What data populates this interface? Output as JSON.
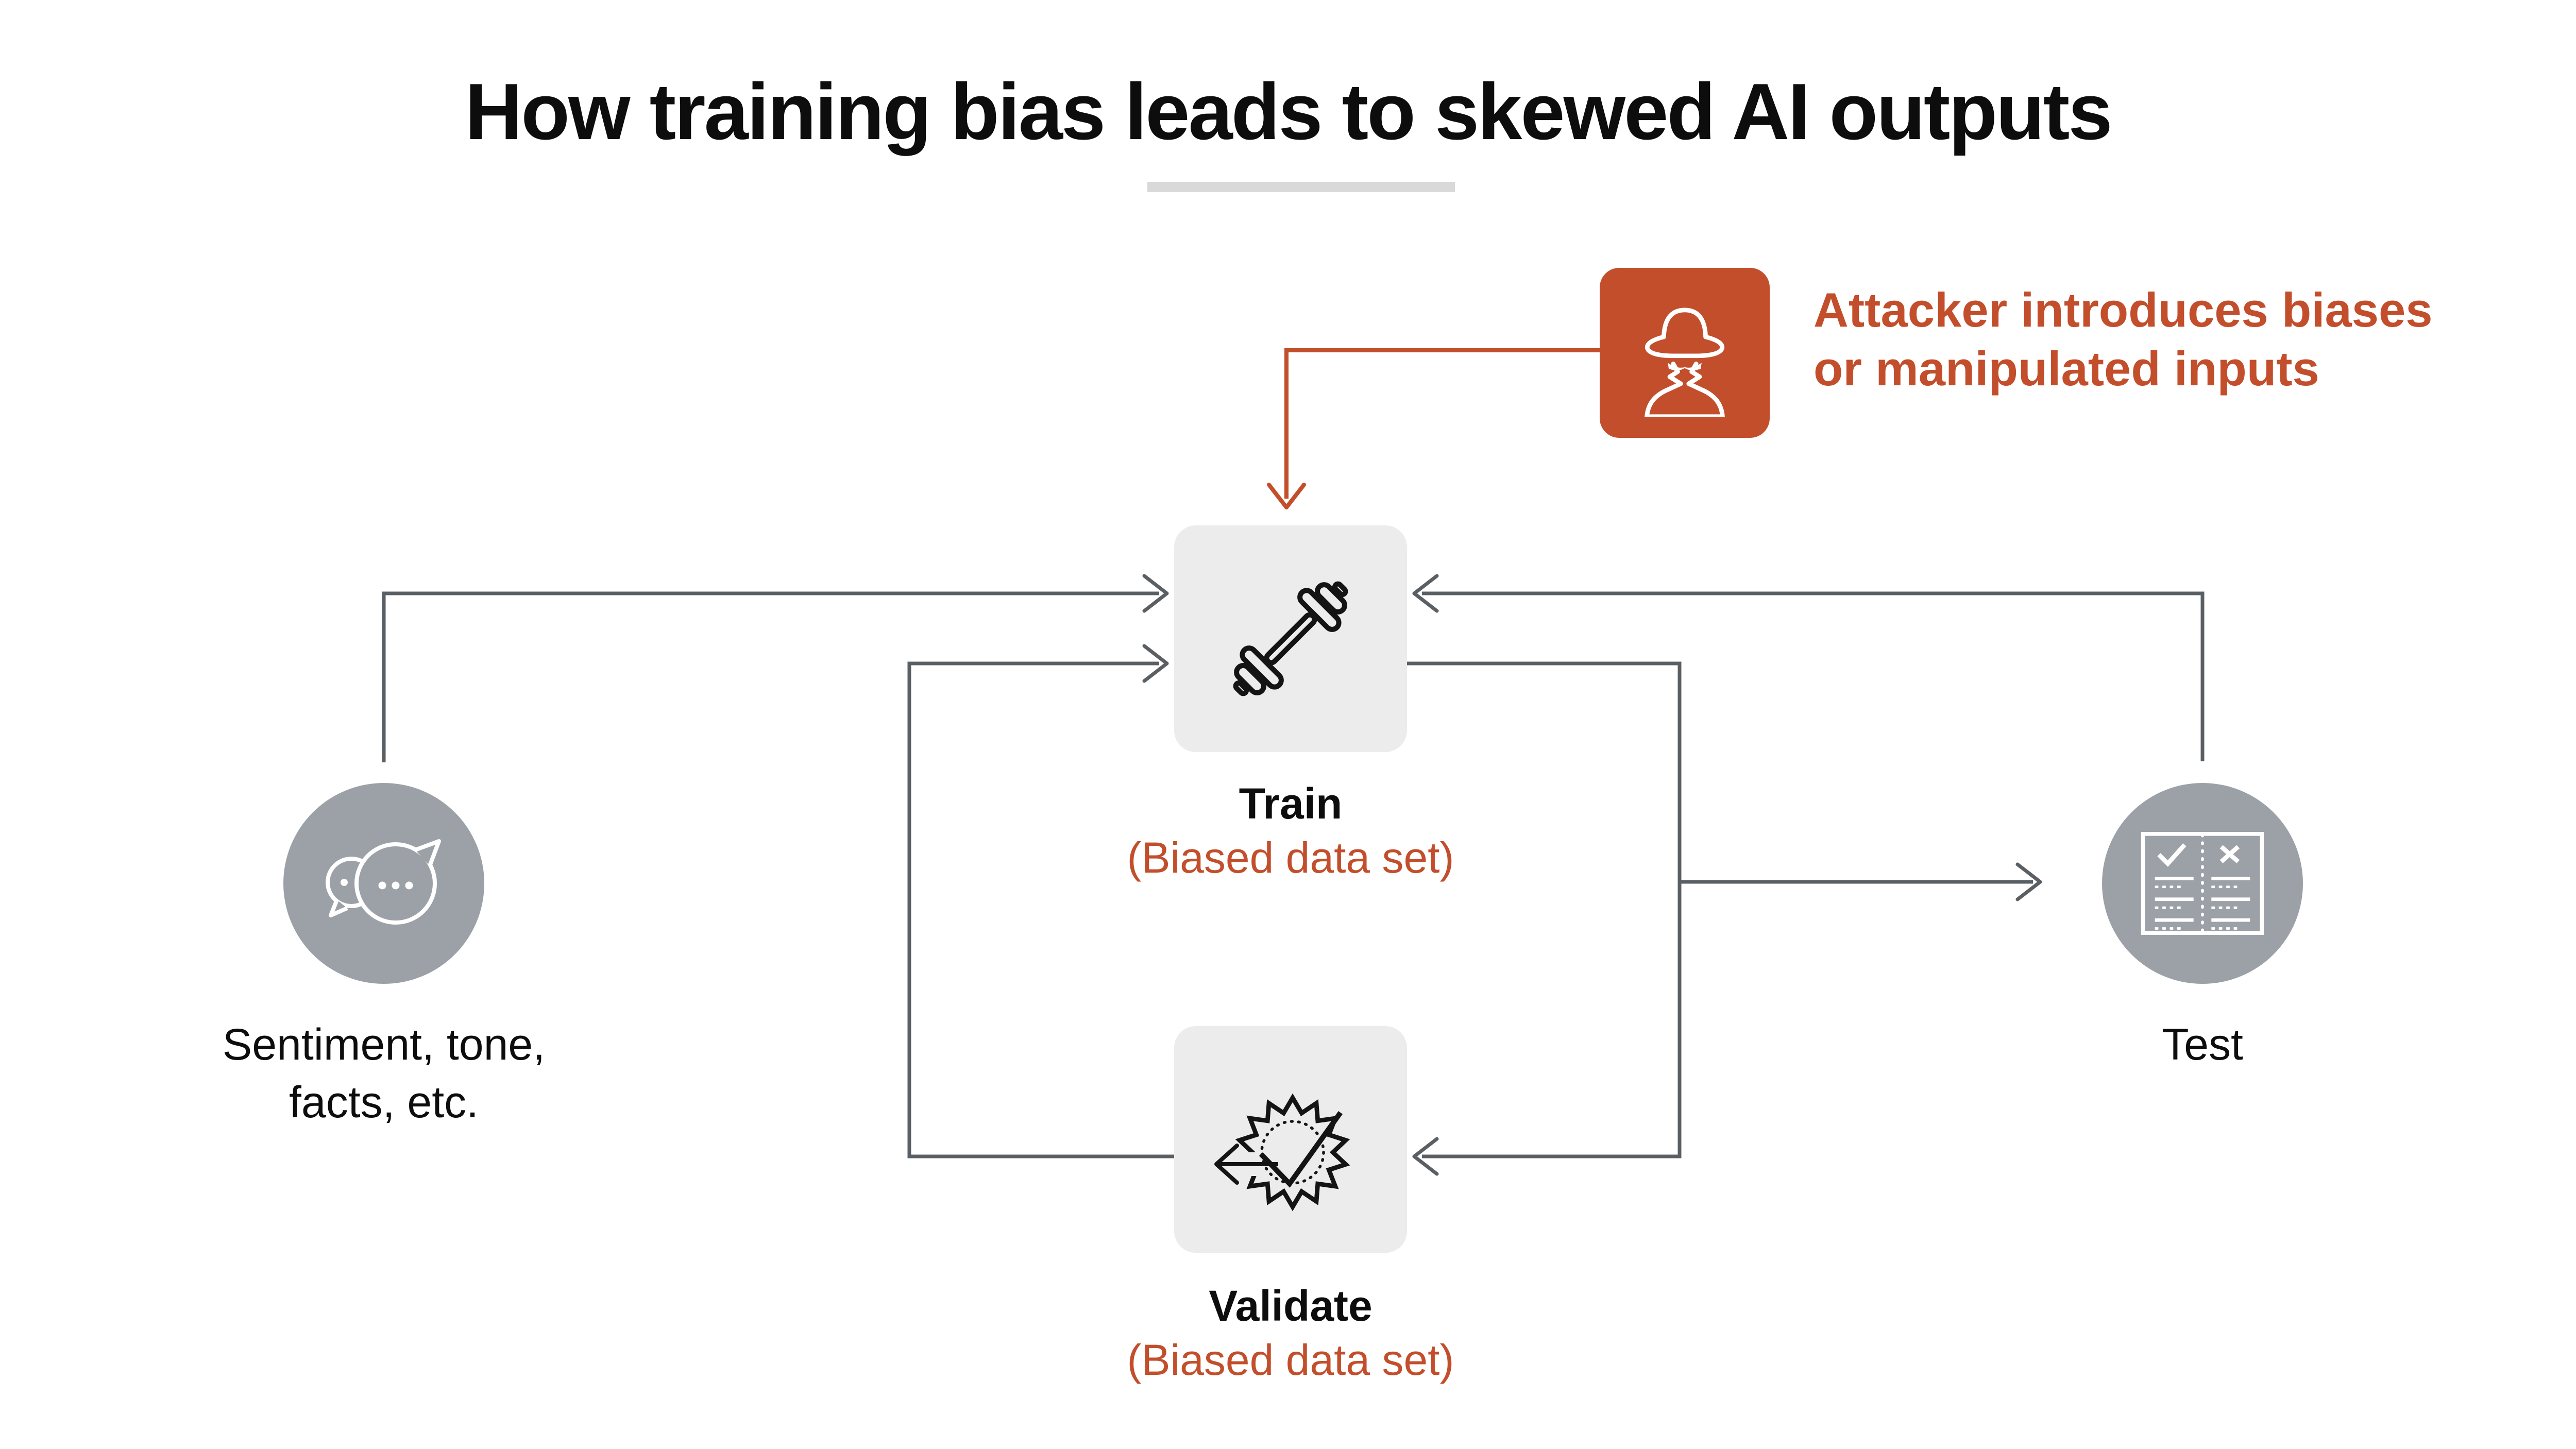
{
  "title": "How training bias leads to skewed AI outputs",
  "callout": {
    "line1": "Attacker introduces biases",
    "line2": "or manipulated inputs",
    "icon": "spy-icon"
  },
  "nodes": {
    "source": {
      "line1": "Sentiment, tone,",
      "line2": "facts, etc.",
      "icon": "chat-bubbles-icon"
    },
    "train": {
      "label": "Train",
      "sublabel": "(Biased data set)",
      "icon": "dumbbell-icon"
    },
    "validate": {
      "label": "Validate",
      "sublabel": "(Biased data set)",
      "icon": "gear-check-icon"
    },
    "test": {
      "label": "Test",
      "icon": "checklist-book-icon"
    }
  },
  "flows": [
    "source-to-train",
    "validate-to-train",
    "train-to-validate",
    "train-to-test",
    "test-to-train",
    "attacker-to-train"
  ],
  "colors": {
    "accent_red": "#C24E2B",
    "node_box_gray": "#ECECEC",
    "circle_gray": "#9CA1A8",
    "arrow_gray": "#5A5F64",
    "underline_gray": "#D9D9D9",
    "text_black": "#0D0D0D",
    "icon_stroke_black": "#141414",
    "icon_stroke_white": "#FFFFFF"
  }
}
